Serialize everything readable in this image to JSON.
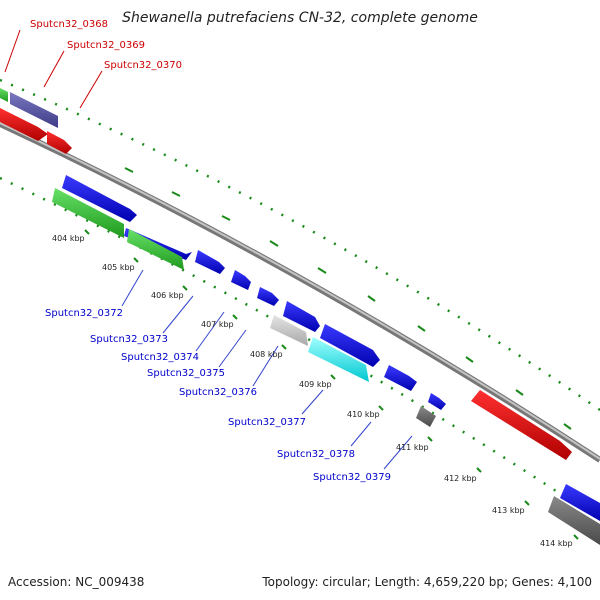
{
  "title": "Shewanella putrefaciens CN-32, complete genome",
  "accession_text": "Accession: NC_009438",
  "summary_text": "Topology: circular; Length: 4,659,220 bp; Genes: 4,100",
  "colors": {
    "backbone": "#8c8c8c",
    "tick": "#1a8a1a",
    "label_forward": "#cc0000",
    "label_reverse": "#0000cc",
    "leader_forward": "#cc0000",
    "leader_reverse": "#3344cc"
  },
  "tick_labels": [
    "404 kbp",
    "405 kbp",
    "406 kbp",
    "407 kbp",
    "408 kbp",
    "409 kbp",
    "410 kbp",
    "411 kbp",
    "412 kbp",
    "413 kbp",
    "414 kbp"
  ],
  "forward_labels": [
    "Sputcn32_0368",
    "Sputcn32_0369",
    "Sputcn32_0370"
  ],
  "reverse_labels": [
    "Sputcn32_0372",
    "Sputcn32_0373",
    "Sputcn32_0374",
    "Sputcn32_0375",
    "Sputcn32_0376",
    "Sputcn32_0377",
    "Sputcn32_0378",
    "Sputcn32_0379"
  ]
}
